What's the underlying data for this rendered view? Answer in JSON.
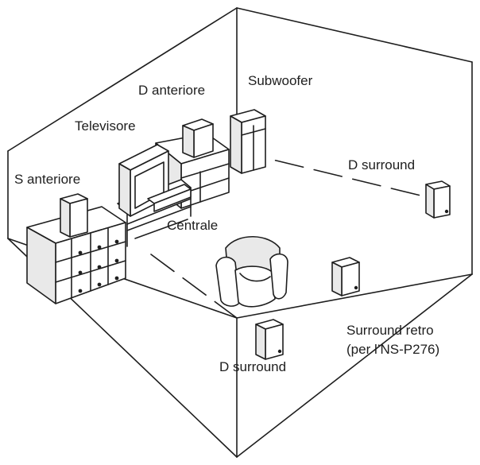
{
  "diagram": {
    "labels": {
      "front_right": "D anteriore",
      "subwoofer": "Subwoofer",
      "television": "Televisore",
      "front_left": "S anteriore",
      "center": "Centrale",
      "surround_right_back": "D surround",
      "surround_back_line1": "Surround retro",
      "surround_back_line2": "(per l’NS-P276)",
      "surround_right_front": "D surround"
    },
    "colors": {
      "line": "#1e1e1e",
      "fill": "#ffffff",
      "shade": "#e9e9e9"
    }
  }
}
